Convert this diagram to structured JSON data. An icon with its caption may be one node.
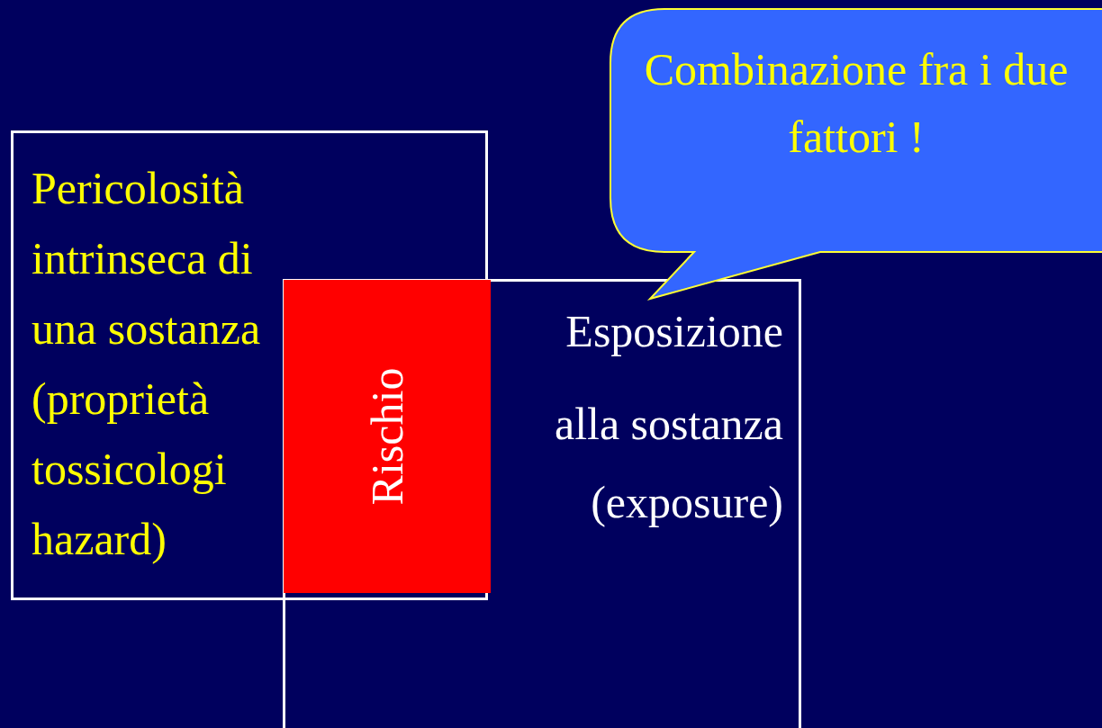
{
  "diagram": {
    "nodes": [
      {
        "text": [
          "Pericolosità intrinseca di una sostanza",
          "(proprietà tossicologi hazard)"
        ]
      },
      {
        "text": [
          "Esposizione alla sostanza",
          "(exposure)"
        ]
      },
      {
        "text": [
          "Rischio"
        ]
      },
      {
        "text": [
          "Combinazione fra i due fattori !"
        ]
      }
    ]
  }
}
